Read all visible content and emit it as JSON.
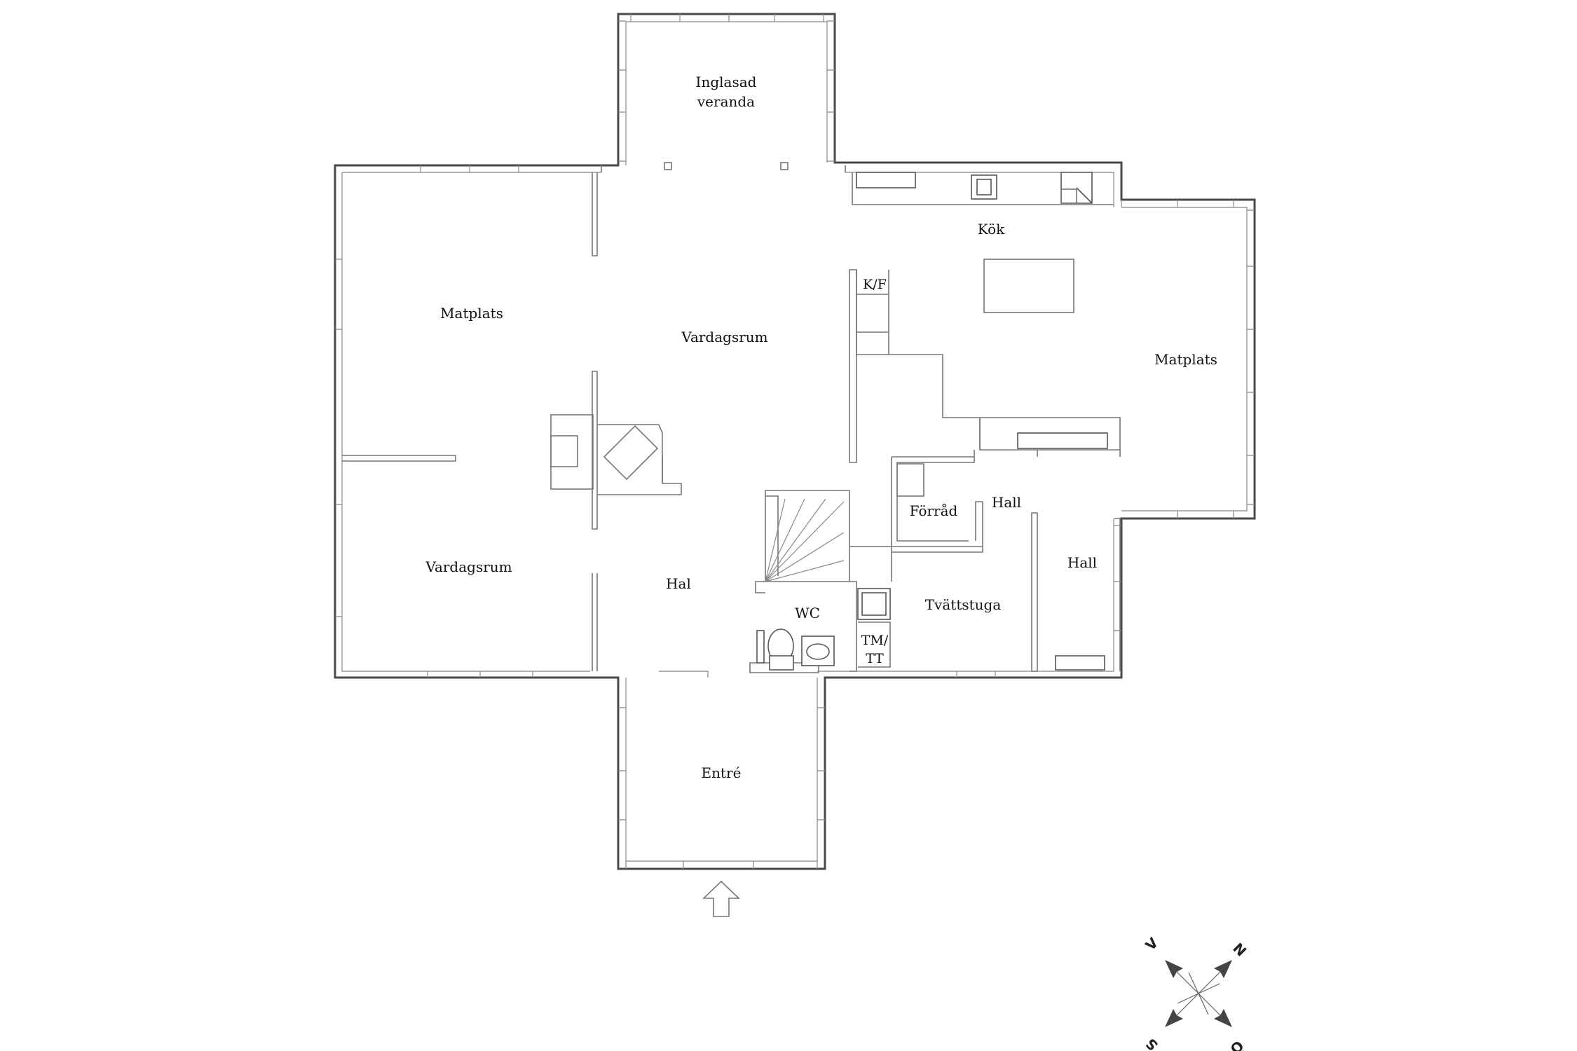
{
  "rooms": {
    "veranda_line1": "Inglasad",
    "veranda_line2": "veranda",
    "kok": "Kök",
    "kf": "K/F",
    "matplats_left": "Matplats",
    "vardagsrum_top": "Vardagsrum",
    "matplats_right": "Matplats",
    "forrad": "Förråd",
    "hall_mid": "Hall",
    "hall_right": "Hall",
    "vardagsrum_left": "Vardagsrum",
    "hal": "Hal",
    "wc": "WC",
    "tvattstuga": "Tvättstuga",
    "tmtt_line1": "TM/",
    "tmtt_line2": "TT",
    "entre": "Entré"
  },
  "compass": {
    "n": "N",
    "o": "Ö",
    "s": "S",
    "v": "V"
  },
  "icons": [
    "entrance-arrow-icon",
    "compass-icon",
    "toilet-icon",
    "sink-icon"
  ]
}
